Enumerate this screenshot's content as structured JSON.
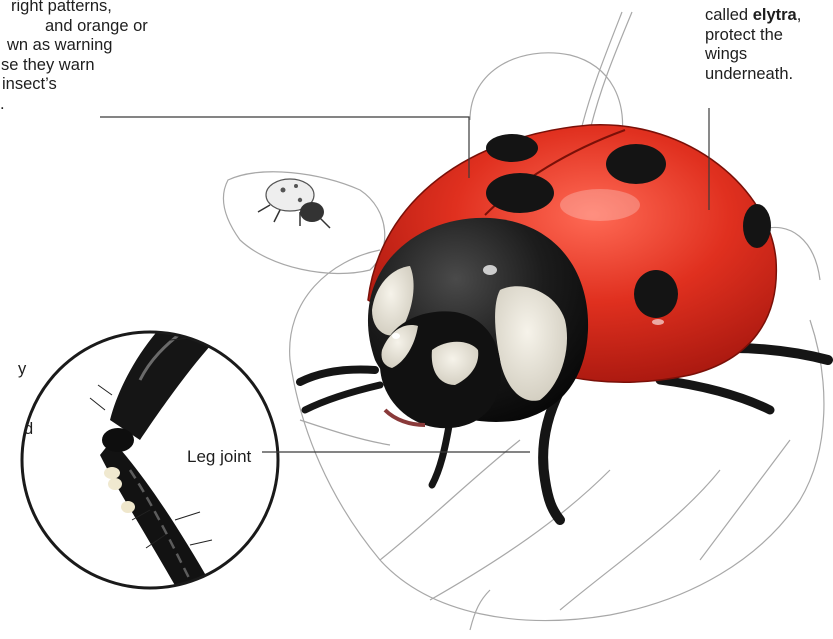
{
  "warning_caption": {
    "lines": [
      "right patterns,",
      "and orange or",
      "wn as warning",
      "se they warn",
      "insect’s",
      "."
    ]
  },
  "elytra_caption": {
    "line1_prefix": "called ",
    "line1_bold": "elytra",
    "line1_suffix": ",",
    "line2": "protect the",
    "line3": "wings",
    "line4": "underneath."
  },
  "leg_joint_label": "Leg joint",
  "edge_fragments": [
    "y",
    "d"
  ],
  "colors": {
    "shell_red": "#d4281c",
    "spot_black": "#141414",
    "head_black": "#1a1a1a",
    "leaf_line": "#9a9a9a",
    "leader_line": "#3a3a3a"
  }
}
